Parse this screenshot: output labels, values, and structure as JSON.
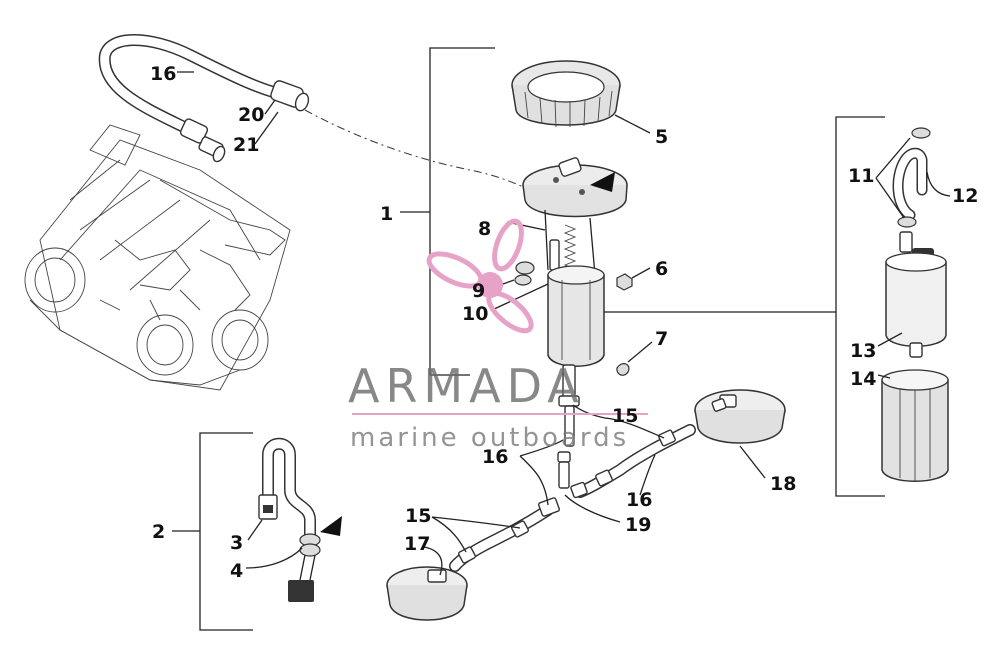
{
  "watermark": {
    "title": "ARMADA",
    "subtitle": "marine outboards",
    "logo_color": "#e6a3c7",
    "text_color": "#6b6b6b"
  },
  "callouts": [
    "1",
    "2",
    "3",
    "4",
    "5",
    "6",
    "7",
    "8",
    "9",
    "10",
    "11",
    "12",
    "13",
    "14",
    "15",
    "15",
    "16",
    "16",
    "16",
    "17",
    "18",
    "19",
    "20",
    "21"
  ],
  "callout_list": [
    {
      "key": "c1",
      "text": "1"
    },
    {
      "key": "c2",
      "text": "2"
    },
    {
      "key": "c3",
      "text": "3"
    },
    {
      "key": "c4",
      "text": "4"
    },
    {
      "key": "c5",
      "text": "5"
    },
    {
      "key": "c6",
      "text": "6"
    },
    {
      "key": "c7",
      "text": "7"
    },
    {
      "key": "c8",
      "text": "8"
    },
    {
      "key": "c9",
      "text": "9"
    },
    {
      "key": "c10",
      "text": "10"
    },
    {
      "key": "c11",
      "text": "11"
    },
    {
      "key": "c12",
      "text": "12"
    },
    {
      "key": "c13",
      "text": "13"
    },
    {
      "key": "c14",
      "text": "14"
    },
    {
      "key": "c15a",
      "text": "15"
    },
    {
      "key": "c15b",
      "text": "15"
    },
    {
      "key": "c16a",
      "text": "16"
    },
    {
      "key": "c16b",
      "text": "16"
    },
    {
      "key": "c16c",
      "text": "16"
    },
    {
      "key": "c17",
      "text": "17"
    },
    {
      "key": "c18",
      "text": "18"
    },
    {
      "key": "c19",
      "text": "19"
    },
    {
      "key": "c20",
      "text": "20"
    },
    {
      "key": "c21",
      "text": "21"
    }
  ]
}
